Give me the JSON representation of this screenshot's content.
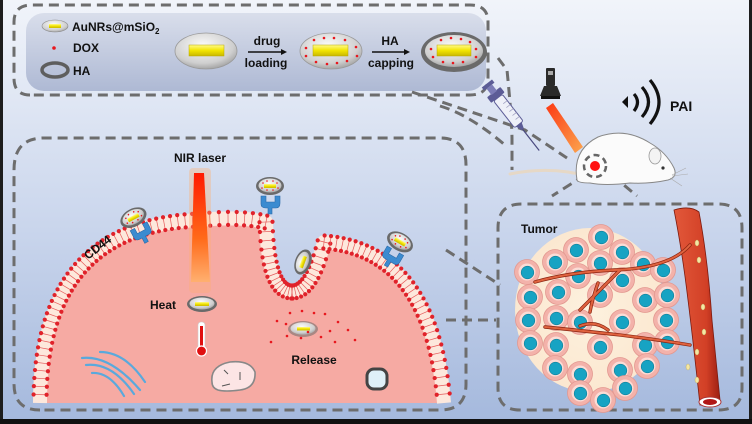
{
  "figure": {
    "title": "AuNRs@mSiO2 drug delivery and photothermal release schematic",
    "colors": {
      "background_top": "#eef2f9",
      "background_bottom": "#a9bddf",
      "legend_panel": "#c2cbe0",
      "dash": "#6b6b6b",
      "gold_rod": "#f2e80f",
      "silica": "#c9c9c9",
      "dox": "#e8171e",
      "ha_ring": "#5e5e5e",
      "cytoplasm": "#f6a9a2",
      "membrane": "#e0222a",
      "cd44": "#3b8bd0",
      "laser": "#ff3a00",
      "tumor_nucleus": "#1aa7c6",
      "tumor_cell": "#f4b3ad",
      "vessel": "#d9472c"
    }
  },
  "legend": {
    "items": [
      {
        "icon": "nanoparticle-icon",
        "label": "AuNRs@mSiO",
        "subscript": "2"
      },
      {
        "icon": "dox-dot-icon",
        "label": "DOX"
      },
      {
        "icon": "ha-ring-icon",
        "label": "HA"
      }
    ]
  },
  "synthesis": {
    "step1": {
      "top": "drug",
      "bottom": "loading"
    },
    "step2": {
      "top": "HA",
      "bottom": "capping"
    }
  },
  "imaging": {
    "label": "PAI"
  },
  "cell_panel": {
    "laser_label": "NIR laser",
    "receptor_label": "CD44",
    "heat_label": "Heat",
    "release_label": "Release"
  },
  "tumor_panel": {
    "label": "Tumor"
  }
}
